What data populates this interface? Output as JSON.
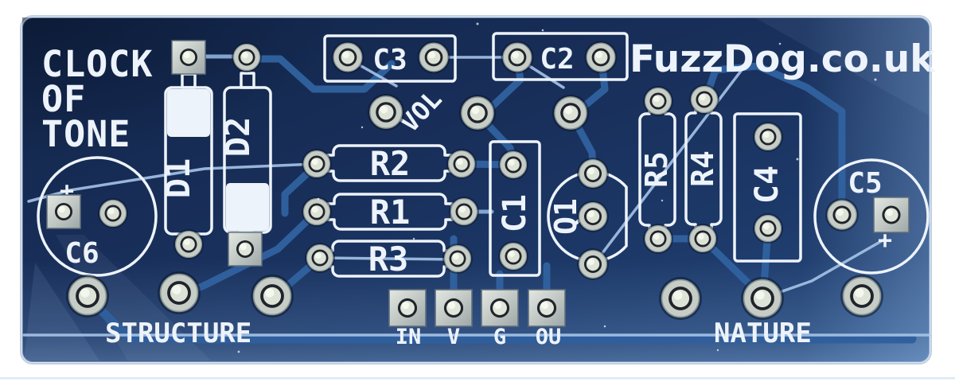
{
  "board": {
    "description": "Scanned blue guitar-pedal PCB with white silkscreen",
    "title_lines": [
      "CLOCK",
      "OF",
      "TONE"
    ],
    "brand": "FuzzDog.co.uk",
    "vol_label": "VOL",
    "structure_label": "STRUCTURE",
    "nature_label": "NATURE",
    "polarity_mark": "+",
    "io_pads": [
      {
        "label": "IN"
      },
      {
        "label": "V"
      },
      {
        "label": "G"
      },
      {
        "label": "OU"
      }
    ],
    "components": {
      "d1": "D1",
      "d2": "D2",
      "r1": "R1",
      "r2": "R2",
      "r3": "R3",
      "r4": "R4",
      "r5": "R5",
      "c1": "C1",
      "c2": "C2",
      "c3": "C3",
      "c4": "C4",
      "c5": "C5",
      "c6": "C6",
      "q1": "Q1"
    },
    "colors": {
      "board_blue": "#1a3260",
      "trace_blue": "#30629f",
      "bright_trace_blue": "#a6c4e8",
      "silkscreen_white": "#edf3fa",
      "pad_silver": "#c9cfc9",
      "background": "#ffffff"
    }
  }
}
